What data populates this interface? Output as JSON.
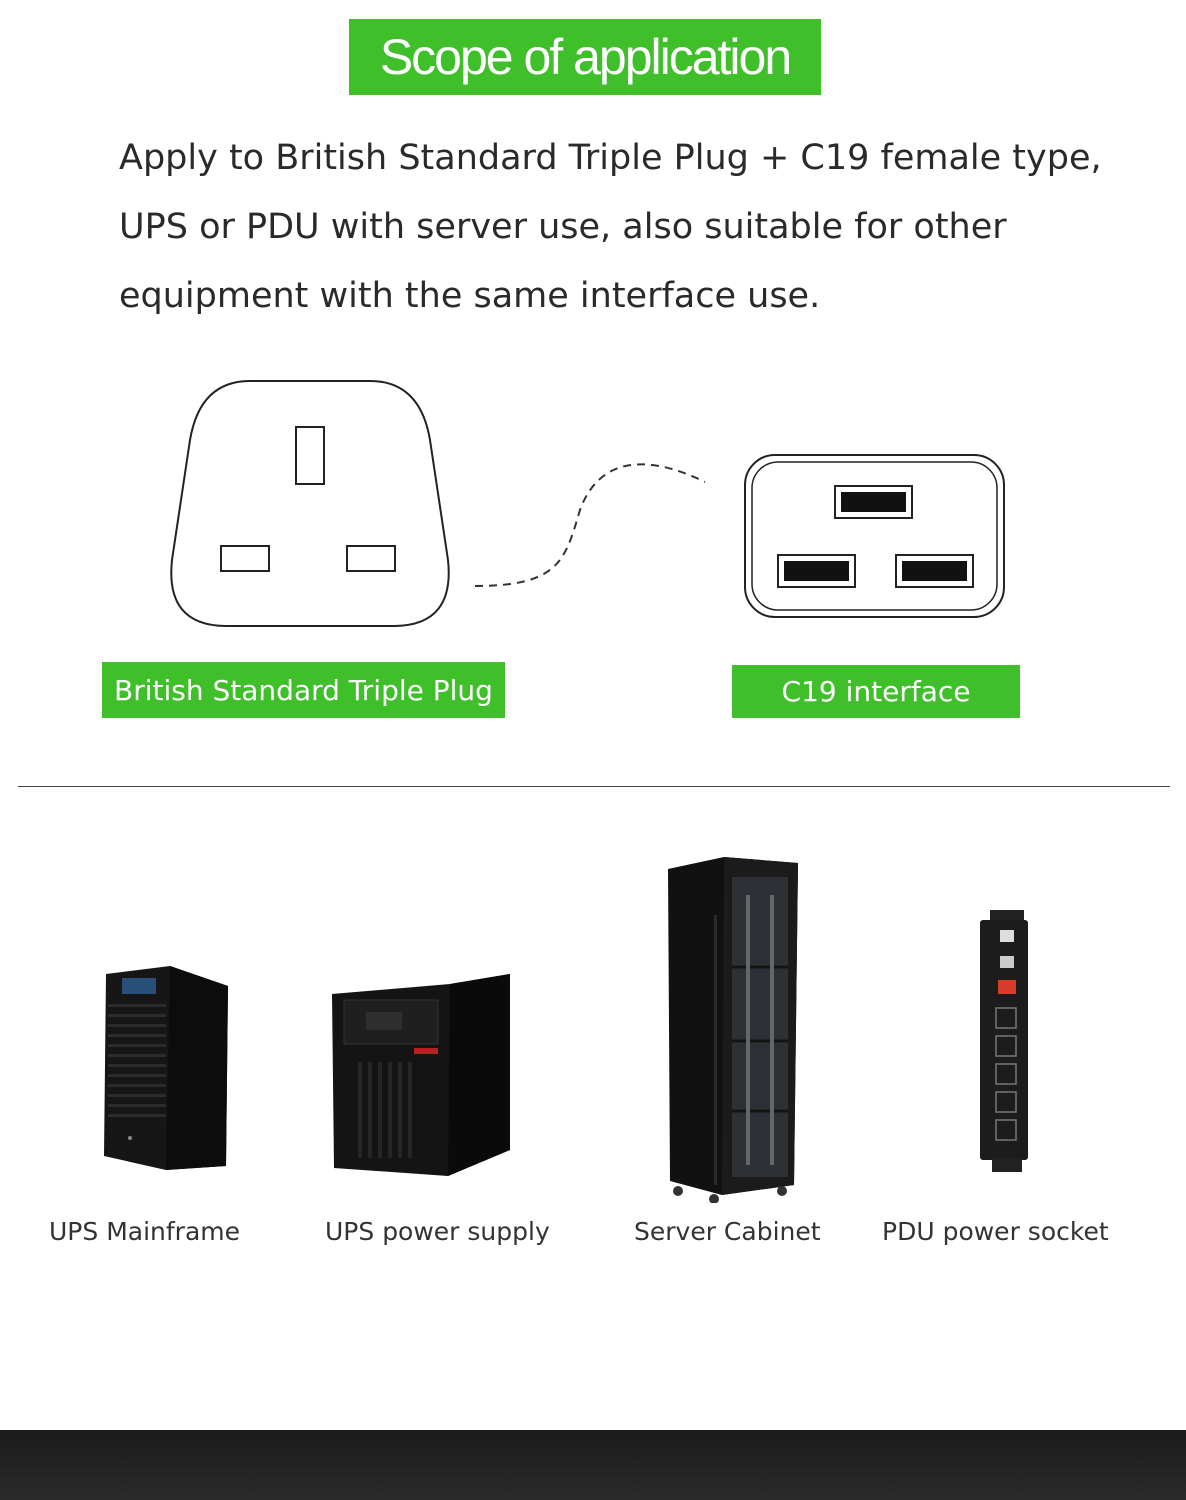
{
  "header": {
    "title": "Scope of application"
  },
  "intro": {
    "lines": [
      "Apply to British Standard Triple Plug + C19 female type,",
      "UPS or PDU with server use, also suitable for other",
      "equipment with the same interface use."
    ]
  },
  "diagram": {
    "plug_label": "British Standard Triple Plug",
    "interface_label": "C19 interface"
  },
  "products": [
    {
      "label": "UPS Mainframe",
      "icon": "ups-mainframe-image"
    },
    {
      "label": "UPS power supply",
      "icon": "ups-power-supply-image"
    },
    {
      "label": "Server Cabinet",
      "icon": "server-cabinet-image"
    },
    {
      "label": "PDU power socket",
      "icon": "pdu-power-socket-image"
    }
  ],
  "colors": {
    "accent": "#3fbf2a",
    "device": "#111111",
    "footer": "#1f1f1f"
  }
}
